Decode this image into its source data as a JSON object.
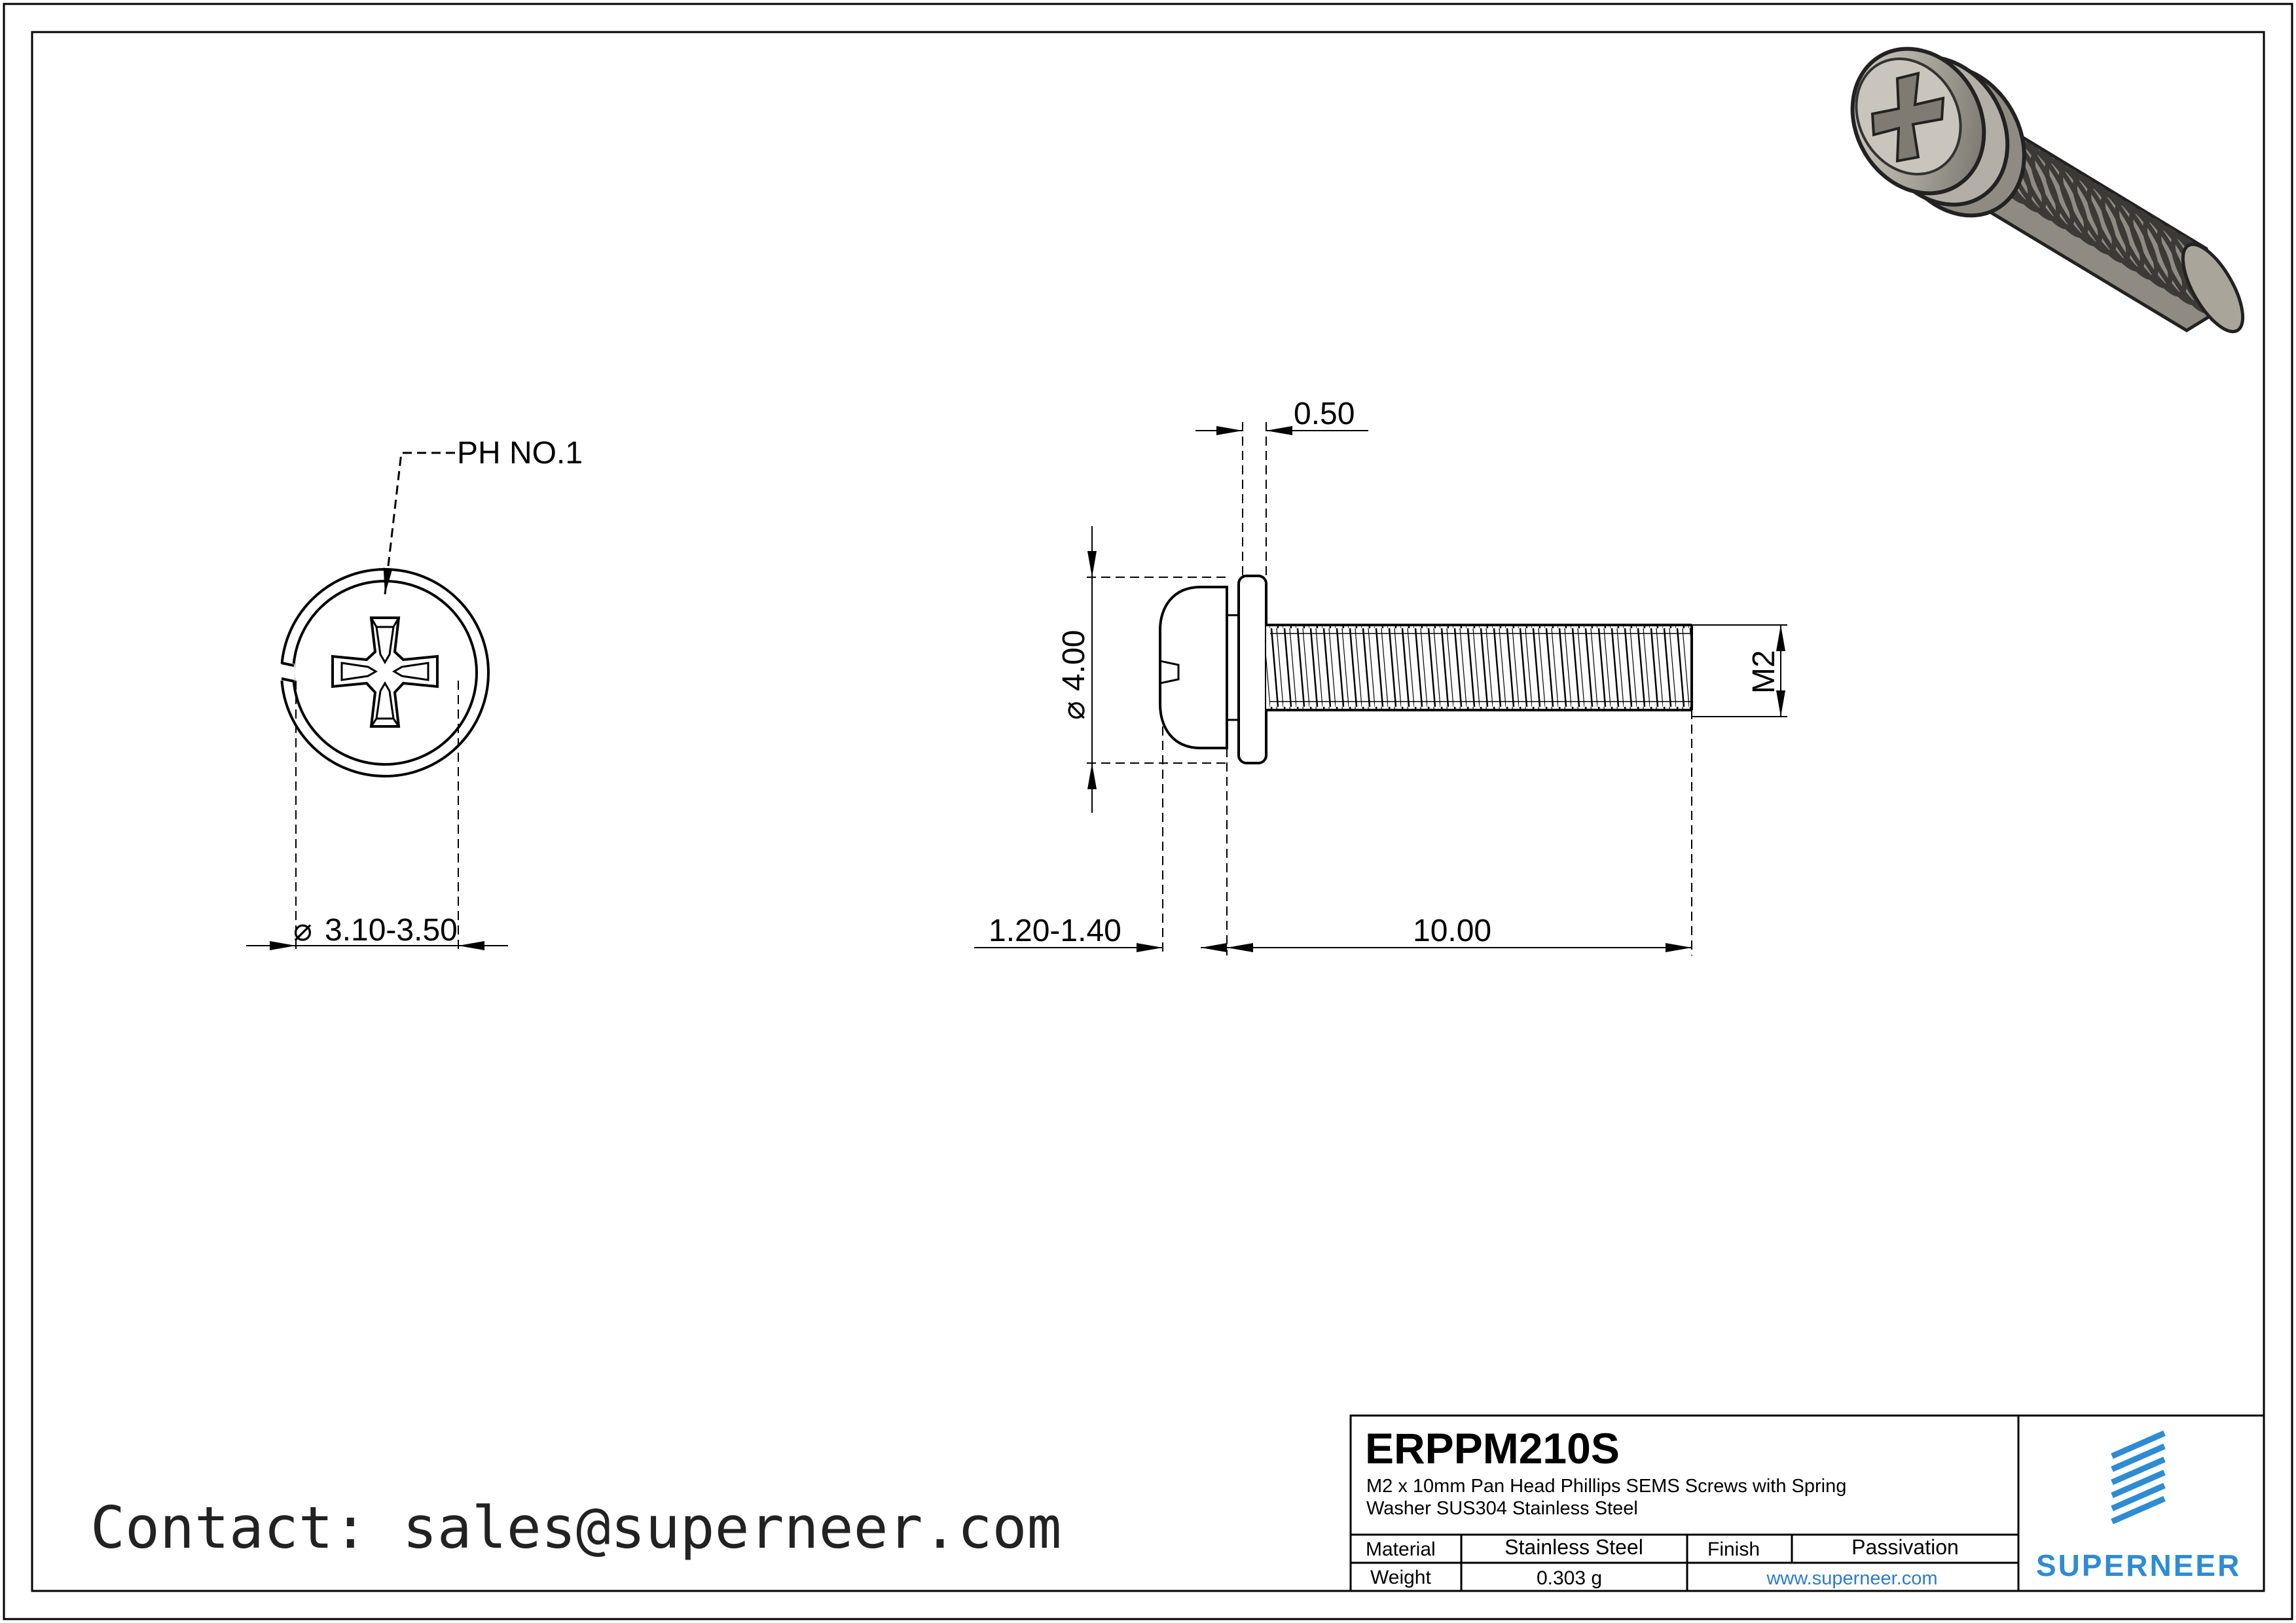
{
  "head_view": {
    "drive_label": "PH NO.1",
    "diameter_label": "3.10-3.50"
  },
  "side_view": {
    "washer_thickness_label": "0.50",
    "head_diameter_label": "4.00",
    "thread_size_label": "M2",
    "head_height_label": "1.20-1.40",
    "length_label": "10.00"
  },
  "title_block": {
    "part_number": "ERPPM210S",
    "description_line1": "M2 x 10mm Pan Head Phillips SEMS Screws with Spring",
    "description_line2": "Washer SUS304 Stainless Steel",
    "material_label": "Material",
    "material_value": "Stainless Steel",
    "finish_label": "Finish",
    "finish_value": "Passivation",
    "weight_label": "Weight",
    "weight_value": "0.303 g",
    "website": "www.superneer.com",
    "brand_name": "SUPERNEER",
    "brand_color": "#2d8cd3"
  },
  "contact": "Contact: sales@superneer.com",
  "diameter_symbol": "⌀"
}
